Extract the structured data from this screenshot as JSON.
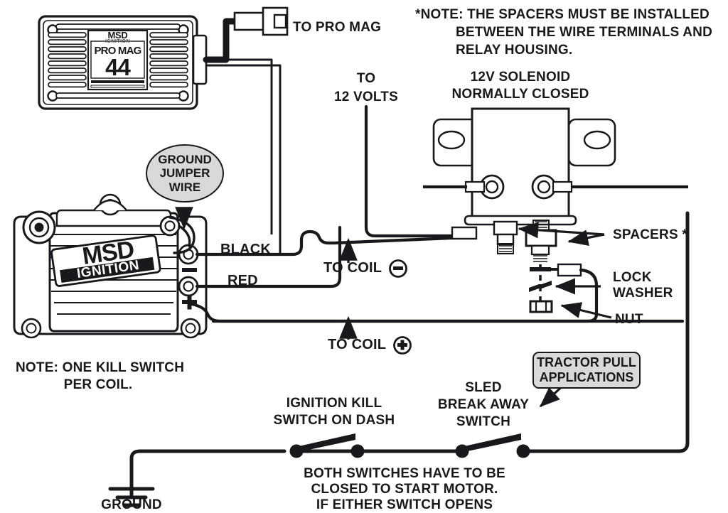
{
  "diagram": {
    "title": "MSD Pro Mag 44 Ignition Kill Switch Wiring Diagram",
    "accent_color": "#17191c",
    "callout_fill": "#d9d9d9",
    "background": "#ffffff"
  },
  "promag_module": {
    "brand": "MSD",
    "brand_sub": "IGNITION",
    "model_line": "PRO MAG",
    "model_number": "44"
  },
  "coil_module": {
    "brand": "MSD",
    "brand_sub": "IGNITION",
    "terminal_negative": "–",
    "terminal_positive": "+"
  },
  "labels": {
    "to_pro_mag": "TO PRO MAG",
    "spacer_note": "*NOTE: THE SPACERS MUST BE INSTALLED\n       BETWEEN THE WIRE TERMINALS AND\n       RELAY HOUSING.",
    "spacer_note_line1": "*NOTE: THE SPACERS MUST BE INSTALLED",
    "spacer_note_line2": "BETWEEN THE WIRE TERMINALS AND",
    "spacer_note_line3": "RELAY HOUSING.",
    "to_12_volts_line1": "TO",
    "to_12_volts_line2": "12 VOLTS",
    "solenoid_line1": "12V SOLENOID",
    "solenoid_line2": "NORMALLY CLOSED",
    "ground_jumper_wire": "GROUND\nJUMPER\nWIRE",
    "black_wire": "BLACK",
    "red_wire": "RED",
    "to_coil_negative": "TO COIL",
    "to_coil_positive": "TO COIL",
    "spacers": "SPACERS *",
    "lock_washer_line1": "LOCK",
    "lock_washer_line2": "WASHER",
    "nut": "NUT",
    "kill_switch_note_line1": "NOTE: ONE KILL SWITCH",
    "kill_switch_note_line2": "PER COIL.",
    "tractor_pull": "TRACTOR PULL\nAPPLICATIONS",
    "ignition_kill_line1": "IGNITION KILL",
    "ignition_kill_line2": "SWITCH ON DASH",
    "sled_break_line1": "SLED",
    "sled_break_line2": "BREAK AWAY",
    "sled_break_line3": "SWITCH",
    "ground": "GROUND",
    "bottom_note_line1": "BOTH SWITCHES HAVE TO BE",
    "bottom_note_line2": "CLOSED TO START MOTOR.",
    "bottom_note_line3": "IF EITHER SWITCH OPENS"
  },
  "components": [
    {
      "name": "pro-mag-44-module",
      "type": "ignition-box"
    },
    {
      "name": "msd-ignition-coil",
      "type": "coil"
    },
    {
      "name": "12v-solenoid-relay",
      "type": "solenoid"
    },
    {
      "name": "ignition-kill-switch",
      "type": "switch",
      "state": "open"
    },
    {
      "name": "sled-break-away-switch",
      "type": "switch",
      "state": "open"
    },
    {
      "name": "chassis-ground",
      "type": "ground"
    },
    {
      "name": "spacer",
      "type": "hardware",
      "count": 2
    },
    {
      "name": "lock-washer",
      "type": "hardware",
      "count": 1
    },
    {
      "name": "nut",
      "type": "hardware",
      "count": 1
    }
  ]
}
